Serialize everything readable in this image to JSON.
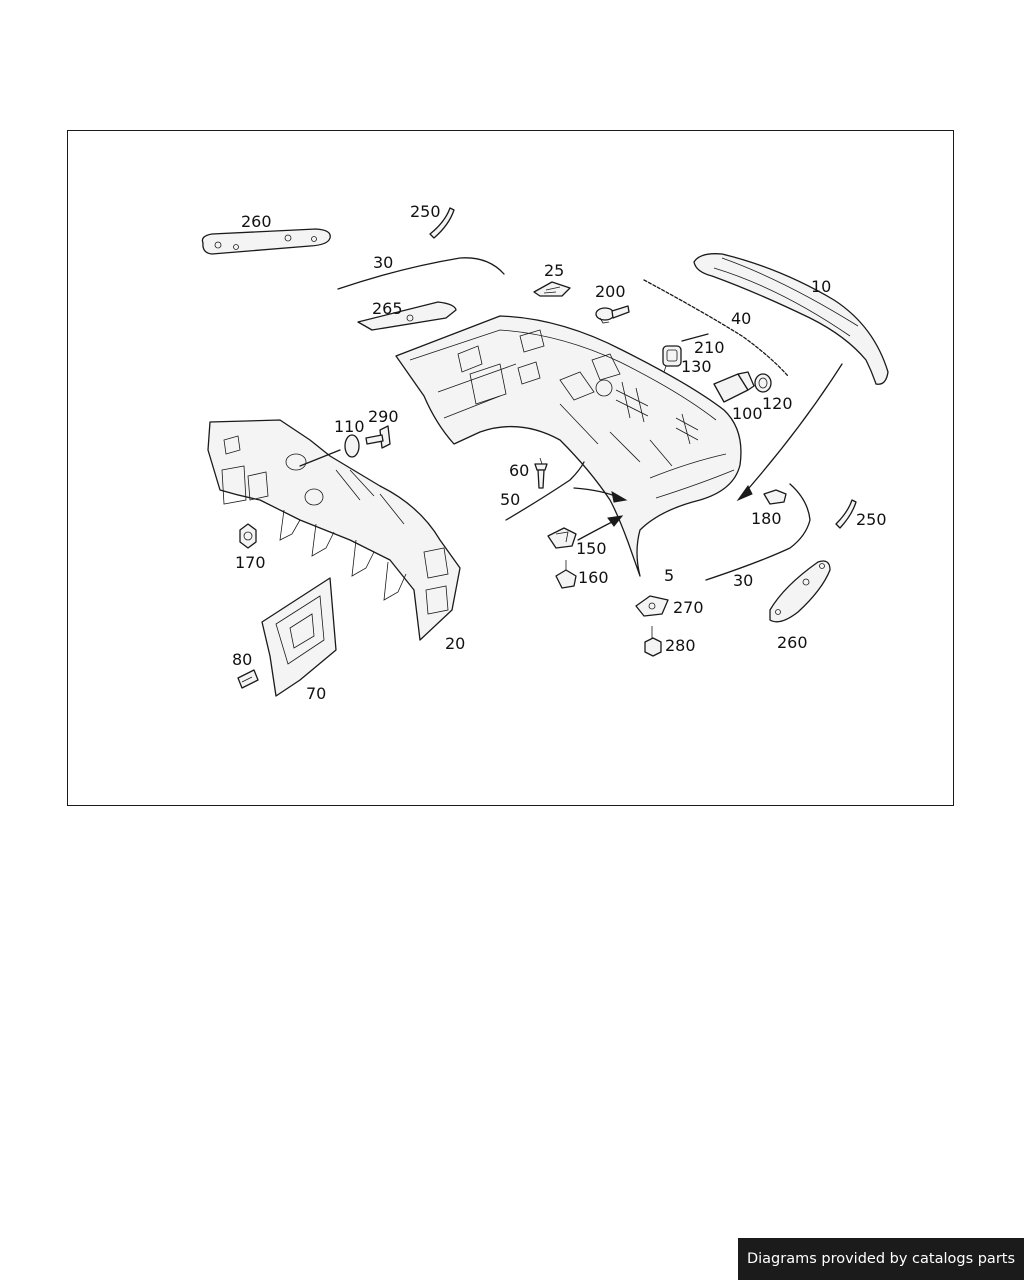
{
  "diagram": {
    "labels": [
      "260",
      "250",
      "30",
      "265",
      "25",
      "200",
      "10",
      "40",
      "210",
      "130",
      "100",
      "120",
      "110",
      "290",
      "60",
      "50",
      "150",
      "160",
      "5",
      "180",
      "250",
      "30",
      "270",
      "280",
      "260",
      "170",
      "20",
      "80",
      "70"
    ]
  },
  "footer": {
    "text": "Diagrams provided by catalogs parts"
  },
  "colors": {
    "line": "#1a1a1a",
    "footer_bg": "#1b1b1b",
    "footer_text": "#ffffff"
  }
}
